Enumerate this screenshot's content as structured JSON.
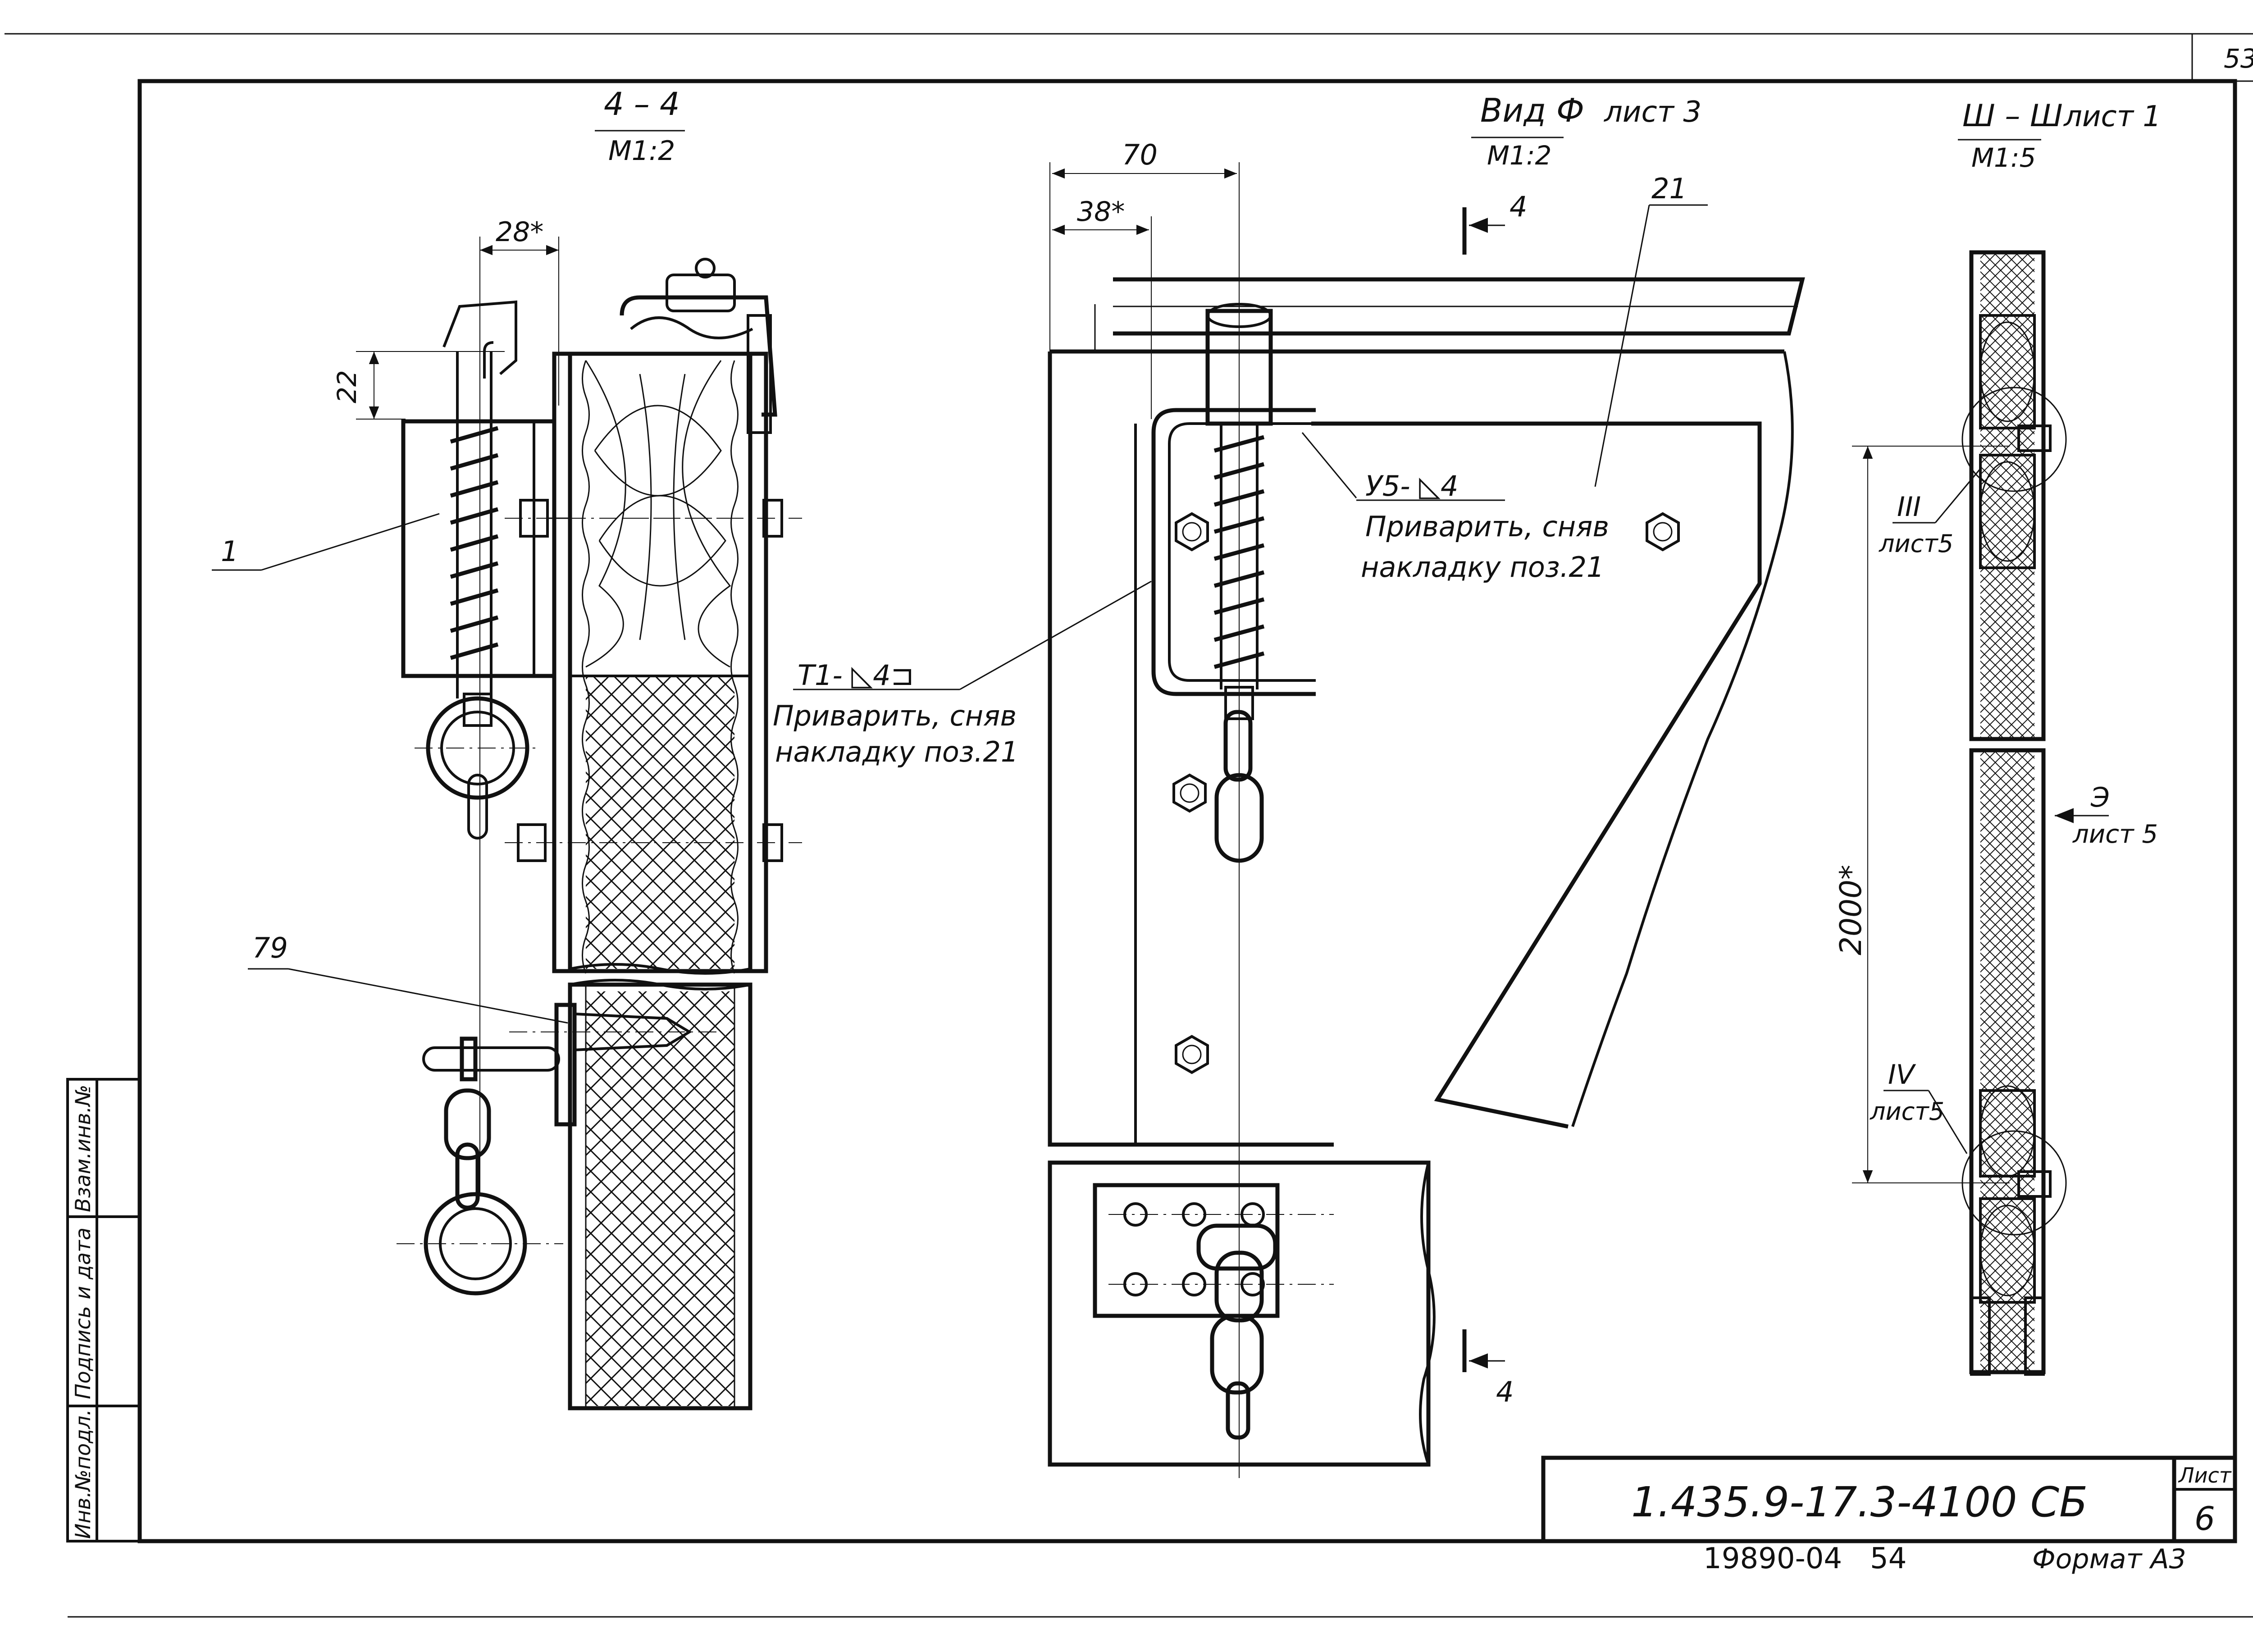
{
  "sheet": {
    "page_number_top": "53",
    "bottom_number": "19890-04",
    "bottom_page": "54",
    "format": "Формат А3",
    "stamp": {
      "designation": "1.435.9-17.3-4100 СБ",
      "sheet_label": "Лист",
      "sheet_number": "6"
    },
    "left_strip": [
      "Инв.№подл.",
      "Подпись и дата",
      "Взам.инв.№"
    ]
  },
  "view_4_4": {
    "title": "4 – 4",
    "scale": "М1:2",
    "dim_28": "28*",
    "dim_22": "22",
    "leader_1": "1",
    "leader_79": "79",
    "weld_symbol": "Т1- ◺4⊐",
    "weld_note_line1": "Приварить, сняв",
    "weld_note_line2": "накладку поз.21"
  },
  "view_f": {
    "title": "Вид Ф",
    "scale": "М1:2",
    "sheet_ref": "лист 3",
    "dim_70": "70",
    "dim_38": "38*",
    "section_mark_top": "4",
    "section_mark_bottom": "4",
    "leader_21": "21",
    "weld_symbol": "У5- ◺4",
    "weld_note_line1": "Приварить, сняв",
    "weld_note_line2": "накладку поз.21"
  },
  "view_sh": {
    "title": "Ш – Ш",
    "scale": "М1:5",
    "sheet_ref": "лист 1",
    "callout_iii": "III",
    "callout_iii_sheet": "лист5",
    "callout_e": "Э",
    "callout_e_sheet": "лист 5",
    "callout_iv": "IV",
    "callout_iv_sheet": "лист5",
    "dim_2000": "2000*"
  }
}
